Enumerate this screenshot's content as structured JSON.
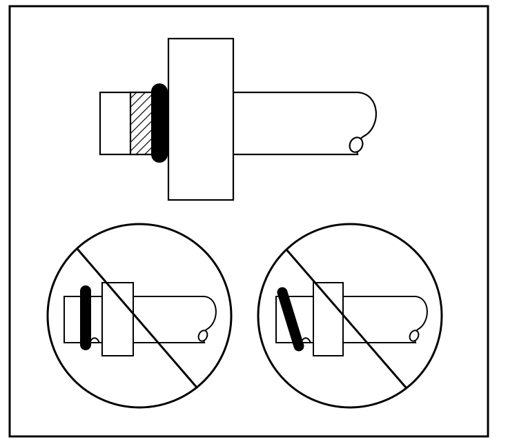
{
  "colors": {
    "ink": "#000000",
    "paper": "#ffffff"
  },
  "figures": [
    {
      "name": "correct-installation",
      "oring_state": "seated-in-groove-behind-backup-ring"
    },
    {
      "name": "incorrect-installation-no-backup-ring",
      "prohibited": true,
      "oring_state": "upright-without-backup-ring"
    },
    {
      "name": "incorrect-installation-twisted-oring",
      "prohibited": true,
      "oring_state": "tilted-out-of-groove"
    }
  ]
}
